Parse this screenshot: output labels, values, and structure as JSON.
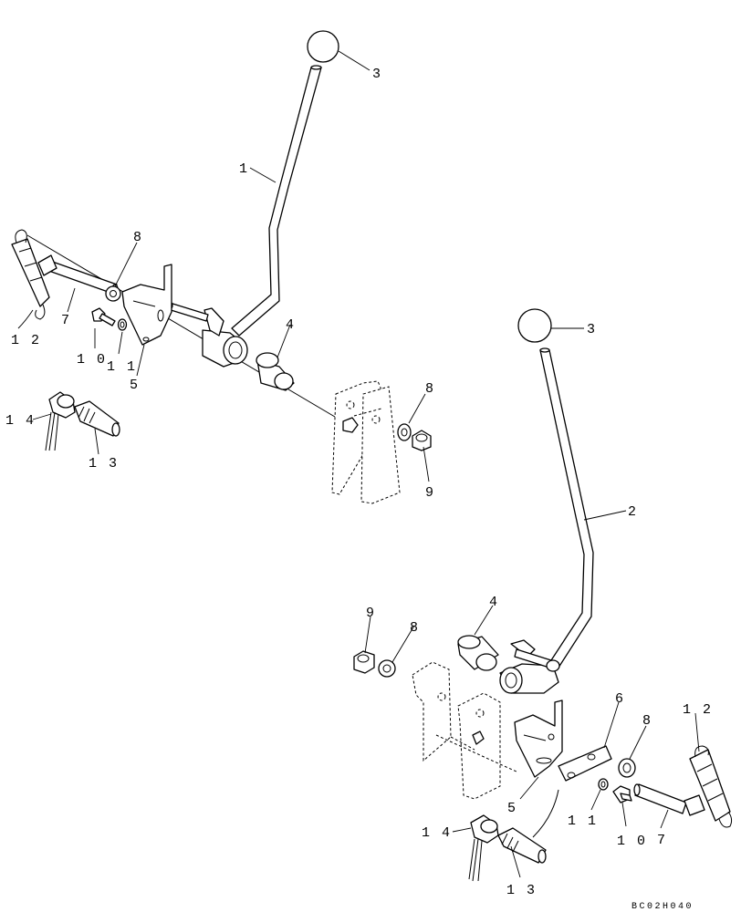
{
  "drawing_number": "BC02H040",
  "callouts": {
    "upper": {
      "knob": "3",
      "lever": "1",
      "washer_top": "8",
      "spring": "1 2",
      "pin": "7",
      "bolt": "1 0",
      "washer_small": "1 1",
      "bracket": "5",
      "bushing": "4",
      "connector": "1 4",
      "sensor": "1 3",
      "washer_right": "8",
      "nut_right": "9"
    },
    "lower": {
      "knob": "3",
      "lever": "2",
      "bushing": "4",
      "nut_left": "9",
      "washer_left": "8",
      "plate": "6",
      "washer_right": "8",
      "spring": "1 2",
      "bracket": "5",
      "washer_small": "1 1",
      "bolt": "1 0",
      "pin": "7",
      "connector": "1 4",
      "sensor": "1 3"
    }
  }
}
